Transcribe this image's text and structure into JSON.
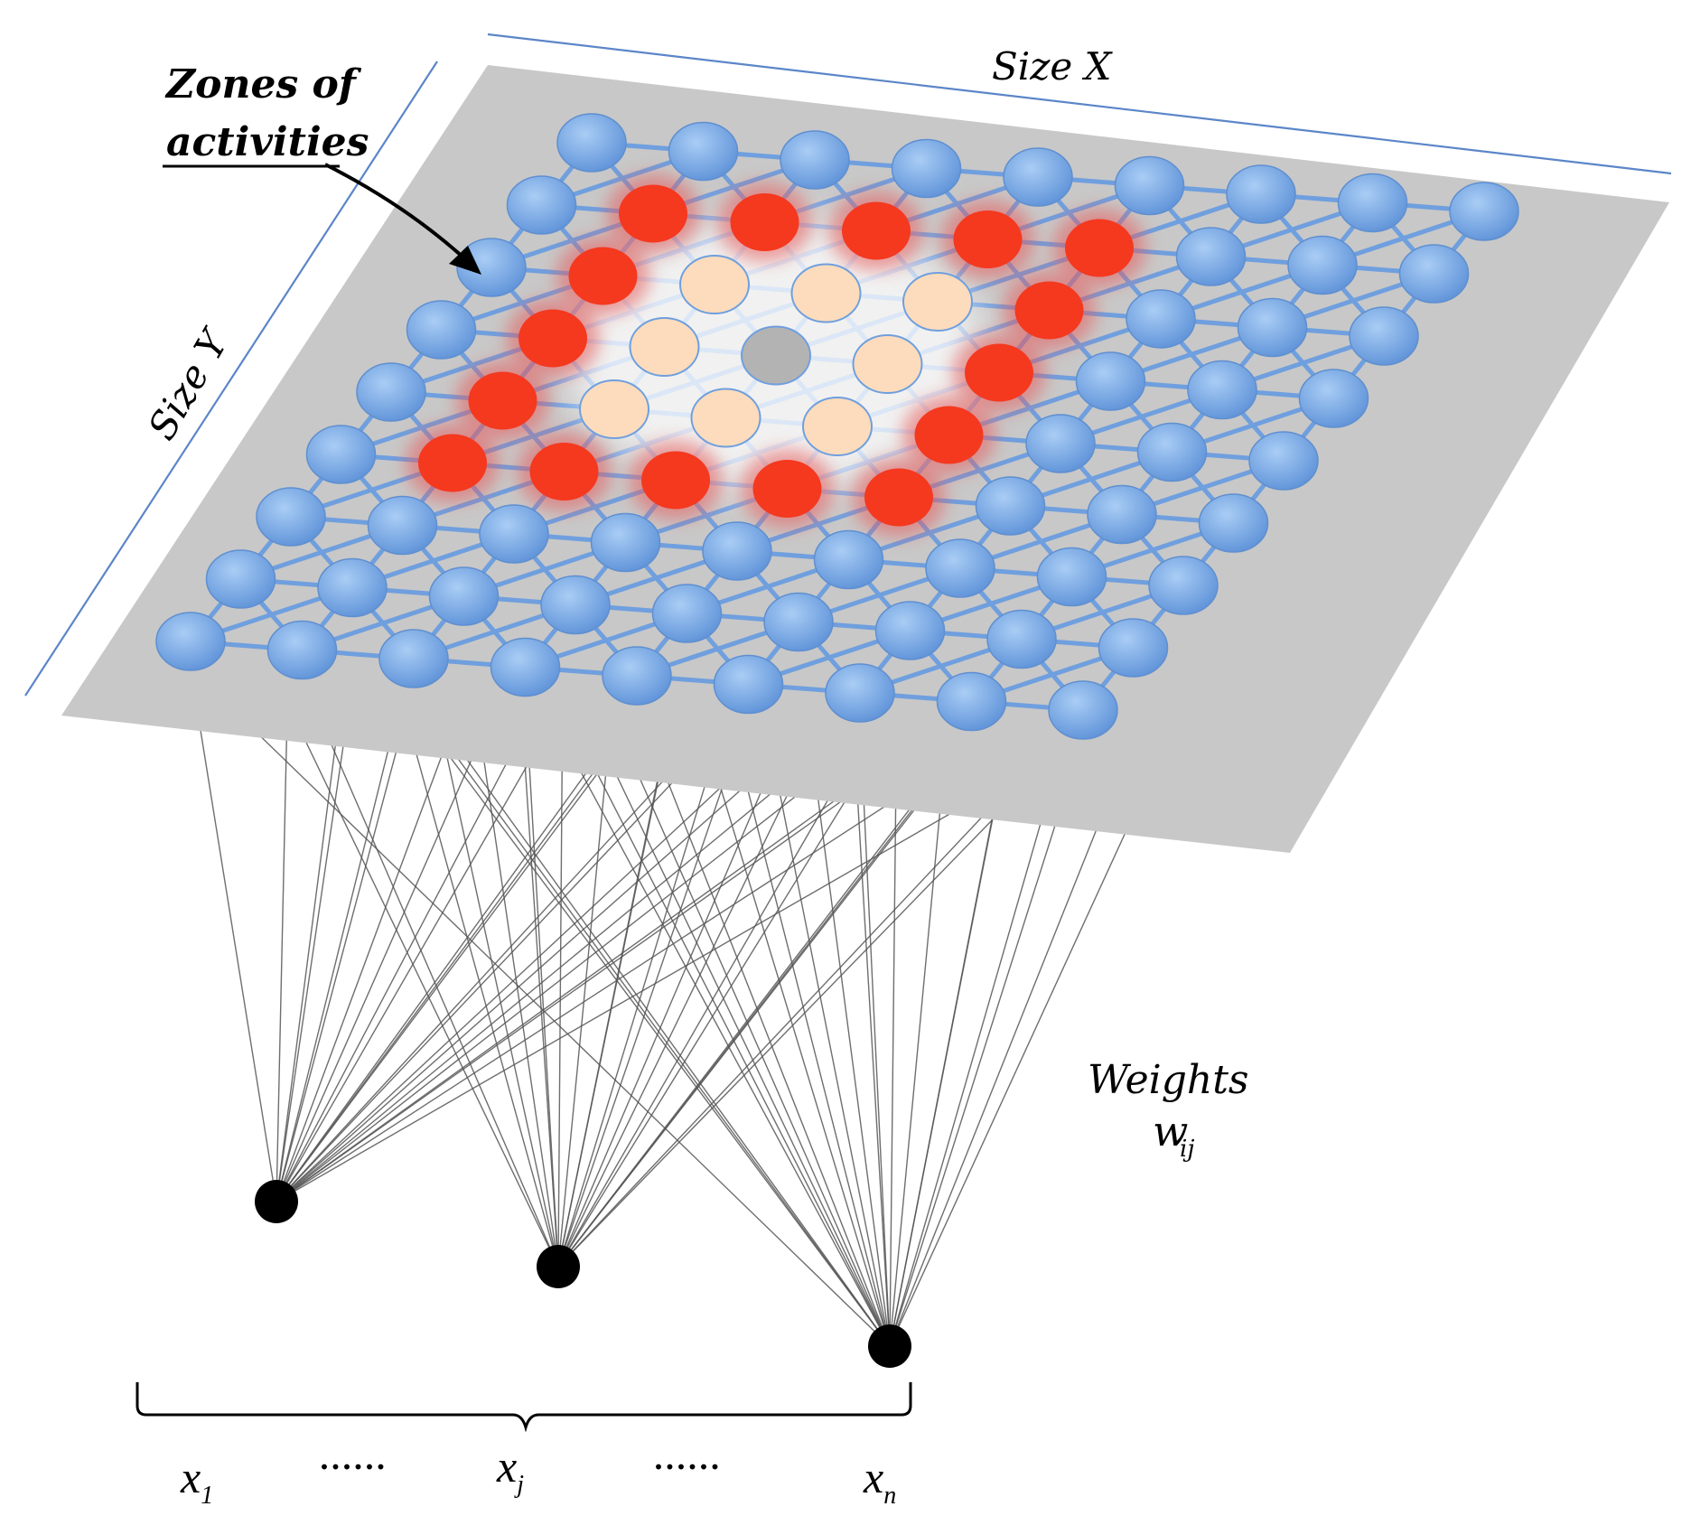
{
  "labels": {
    "size_x": "Size X",
    "size_y": "Size Y",
    "zones_line1": "Zones of",
    "zones_line2": "activities",
    "weights_line1": "Weights",
    "weights_w": "w",
    "weights_sub": "ij",
    "dots": "······"
  },
  "inputs": [
    {
      "base": "x",
      "sub": "1"
    },
    {
      "base": "x",
      "sub": "j"
    },
    {
      "base": "x",
      "sub": "n"
    }
  ],
  "grid": {
    "columns": 9,
    "rows": 9,
    "zones": [
      "BBBBBBBBB",
      "BRRRRRBBB",
      "BRWWWRBBB",
      "BRWGWRBBB",
      "BRWWWRBBB",
      "BRRRRRBBB",
      "BBBBBBBBB",
      "BBBBBBBBB",
      "BBBBBBBBB"
    ]
  },
  "colors": {
    "plane": "#c8c8c8",
    "neuron": "#7aaee8",
    "neuron_edge": "#5f8fd0",
    "grid_line": "#6f9fde",
    "active": "#f4391f",
    "neighbor": "#fcdcbc",
    "winner": "#b3b3b3",
    "size_line": "#5b86c8",
    "weight_line": "#555555",
    "input_node": "#000000"
  }
}
